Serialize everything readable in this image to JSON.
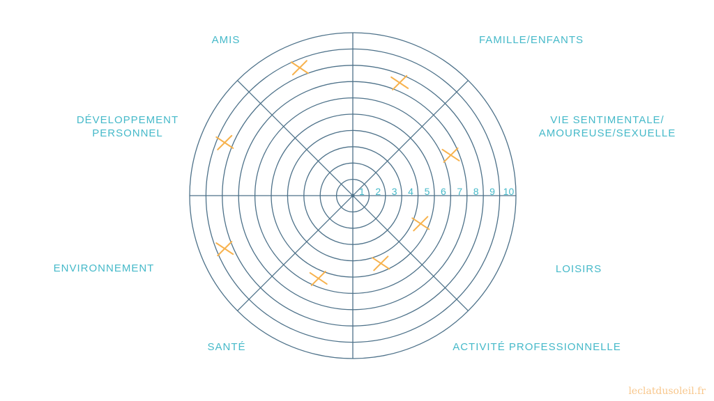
{
  "wheel": {
    "max_score": 10,
    "scale_labels": [
      "1",
      "2",
      "3",
      "4",
      "5",
      "6",
      "7",
      "8",
      "9",
      "10"
    ],
    "sectors": [
      {
        "name": "AMIS",
        "score": 9
      },
      {
        "name": "FAMILLE/ENFANTS",
        "score": 8
      },
      {
        "name": "VIE SENTIMENTALE/\nAMOUREUSE/SEXUELLE",
        "score": 7
      },
      {
        "name": "LOISIRS",
        "score": 5
      },
      {
        "name": "ACTIVITÉ PROFESSIONNELLE",
        "score": 5
      },
      {
        "name": "SANTÉ",
        "score": 6
      },
      {
        "name": "ENVIRONNEMENT",
        "score": 9
      },
      {
        "name": "DÉVELOPPEMENT\nPERSONNEL",
        "score": 9
      }
    ]
  },
  "colors": {
    "grid": "#4d7189",
    "label": "#45b9c9",
    "mark": "#f7b24d"
  },
  "watermark": "leclatdusoleil.fr"
}
